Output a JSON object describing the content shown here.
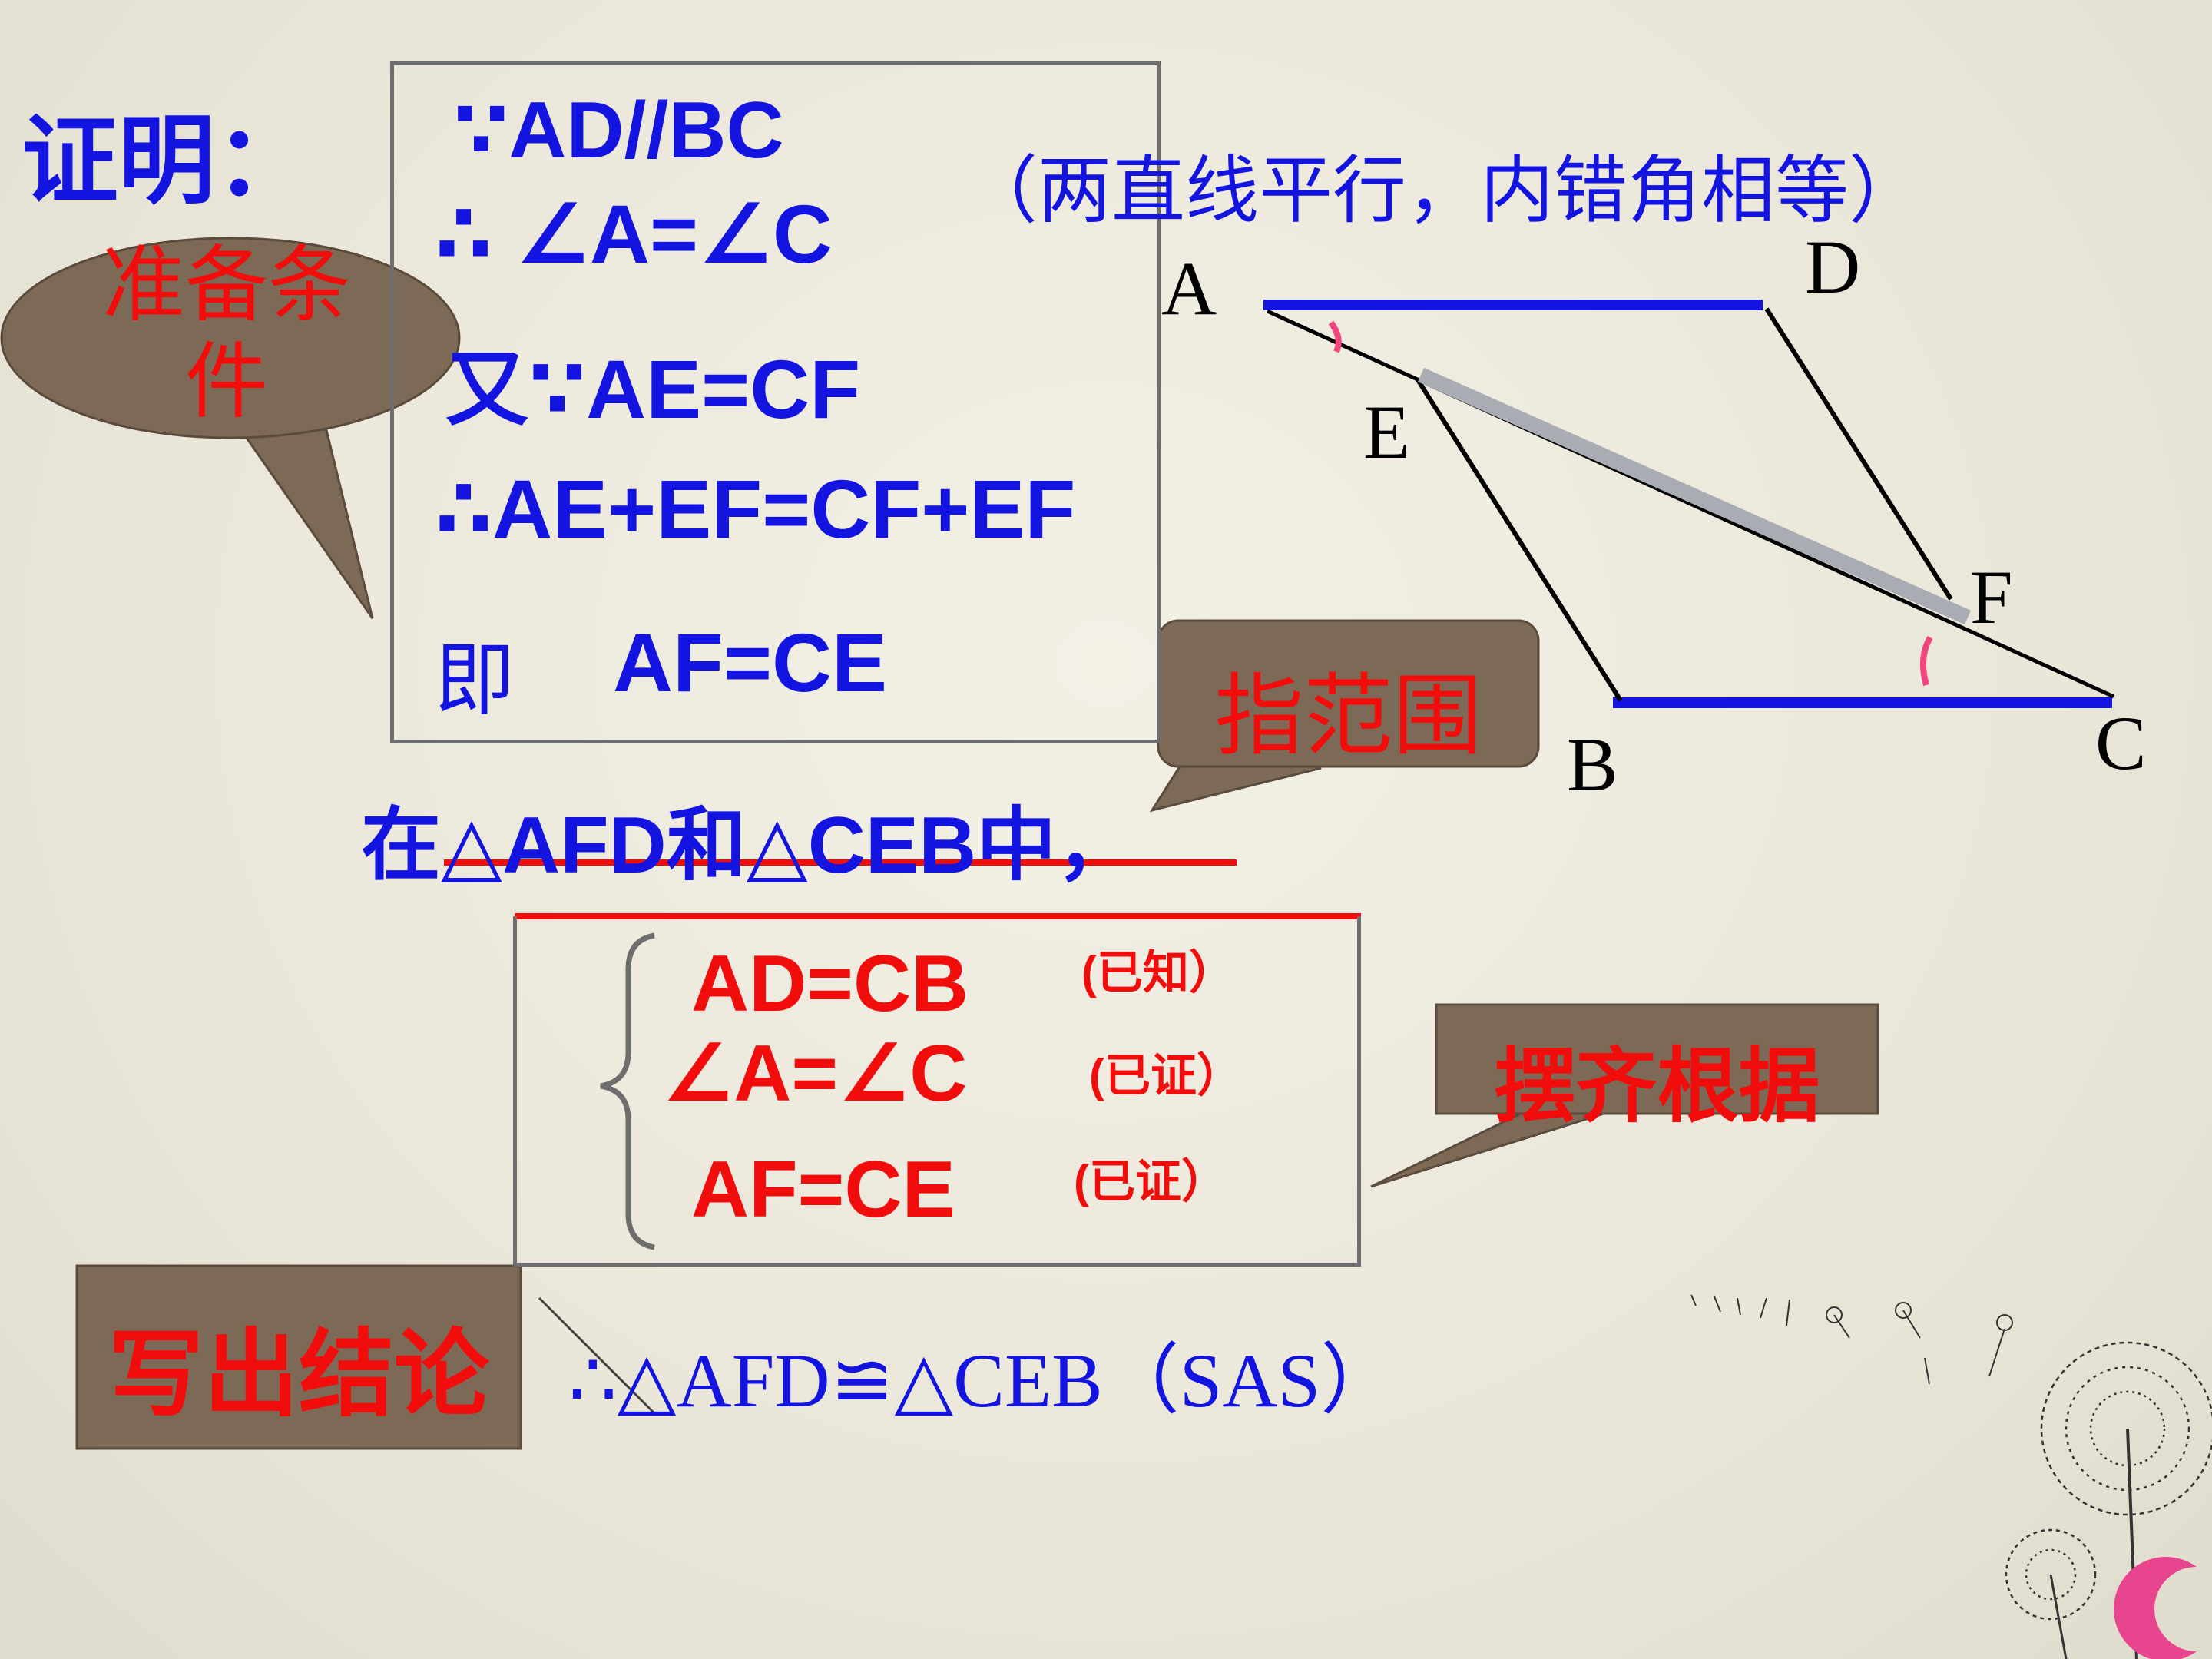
{
  "heading": "证明：",
  "proof_steps": {
    "s1": "∵AD//BC",
    "s2": "∴ ∠A=∠C",
    "s3": "又∵AE=CF",
    "s4": "∴AE+EF=CF+EF",
    "s5_prefix": "即",
    "s5_eq": "AF=CE"
  },
  "reason_note": "（两直线平行，内错角相等）",
  "callouts": {
    "prepare": "准备条件",
    "scope": "指范围",
    "align": "摆齐根据",
    "conclude": "写出结论"
  },
  "triangle_statement": "在△AFD和△CEB中，",
  "conditions": [
    {
      "eq": "AD=CB",
      "reason": "(已知）"
    },
    {
      "eq": "∠A=∠C",
      "reason": "(已证）"
    },
    {
      "eq": "AF=CE",
      "reason": "(已证）"
    }
  ],
  "conclusion": "∴△AFD≌△CEB（SAS）",
  "diagram_points": [
    "A",
    "D",
    "E",
    "F",
    "B",
    "C"
  ],
  "colors": {
    "blue": "#1414e0",
    "red": "#f20d0d",
    "callout_fill": "#7d6a56",
    "accent_pink": "#f0457f"
  }
}
